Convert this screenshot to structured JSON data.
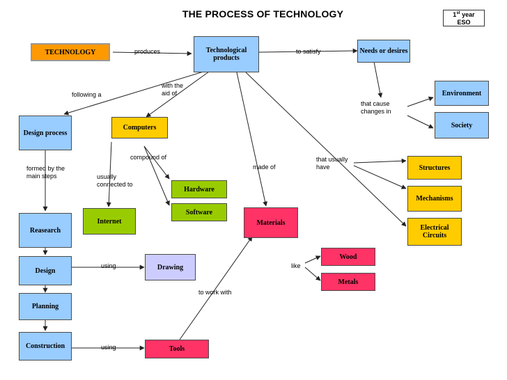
{
  "title": "THE PROCESS OF TECHNOLOGY",
  "badge": {
    "num": "1",
    "sup": "st",
    "rest": " year",
    "line2": "ESO"
  },
  "nodes": {
    "technology": "TECHNOLOGY",
    "technological_products": "Technological products",
    "needs": "Needs or desires",
    "environment": "Environment",
    "society": "Society",
    "design_process": "Design process",
    "computers": "Computers",
    "hardware": "Hardware",
    "software": "Software",
    "internet": "Internet",
    "materials": "Materials",
    "structures": "Structures",
    "mechanisms": "Mechanisms",
    "electrical_circuits": "Electrical Circuits",
    "reasearch": "Reasearch",
    "design": "Design",
    "planning": "Planning",
    "construction": "Construction",
    "drawing": "Drawing",
    "tools": "Tools",
    "wood": "Wood",
    "metals": "Metals"
  },
  "labels": {
    "produces": "produces",
    "to_satisfy": "to satisfy",
    "following_a": "following a",
    "with_the_aid_of": [
      "with the",
      "aid of"
    ],
    "that_cause_changes_in": [
      "that cause",
      "changes in"
    ],
    "compound_of": "compound of",
    "made_of": "made of",
    "that_usually_have": [
      "that usually",
      "have"
    ],
    "formed_by_main_steps": [
      "formed by the",
      "main steps"
    ],
    "usually_connected_to": [
      "usually",
      "connected to"
    ],
    "using_drawing": "using",
    "like": "like",
    "to_work_with": "to work with",
    "using_tools": "using"
  }
}
